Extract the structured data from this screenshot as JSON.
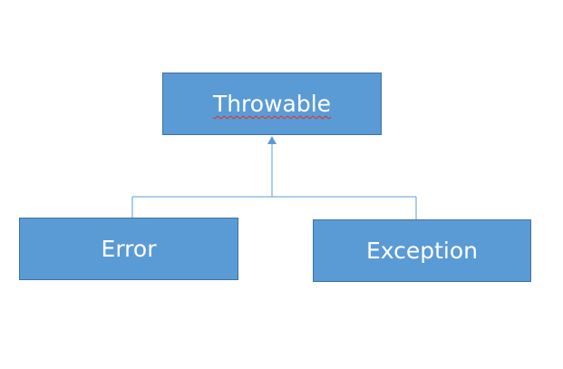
{
  "diagram": {
    "nodes": {
      "root": {
        "label": "Throwable"
      },
      "left_child": {
        "label": "Error"
      },
      "right_child": {
        "label": "Exception"
      }
    },
    "edges": [
      {
        "from": "left_child",
        "to": "root",
        "arrow": "open-triangle"
      },
      {
        "from": "right_child",
        "to": "root",
        "arrow": "open-triangle"
      }
    ],
    "colors": {
      "node_fill": "#5b9bd5",
      "node_border": "#41719c",
      "node_text": "#ffffff",
      "connector": "#5b9bd5",
      "spellcheck_underline": "#e0301e"
    }
  }
}
